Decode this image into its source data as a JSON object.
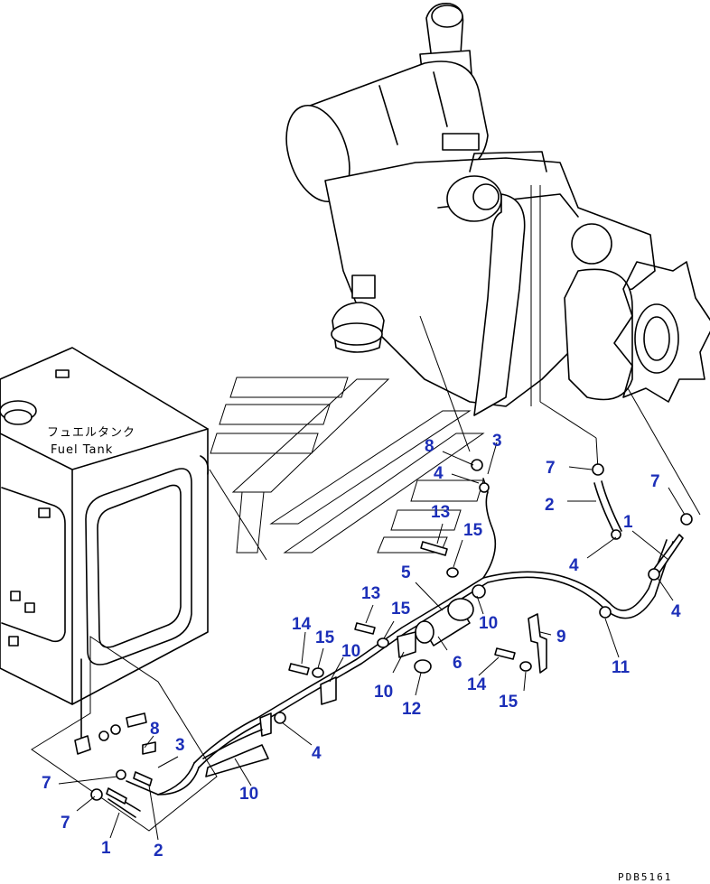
{
  "tank": {
    "label_jp": "フュエルタンク",
    "label_en": "Fuel Tank"
  },
  "drawing_code": "PDB5161",
  "callouts": [
    {
      "id": "c-8a",
      "text": "8"
    },
    {
      "id": "c-3a",
      "text": "3"
    },
    {
      "id": "c-4a",
      "text": "4"
    },
    {
      "id": "c-13a",
      "text": "13"
    },
    {
      "id": "c-15a",
      "text": "15"
    },
    {
      "id": "c-5",
      "text": "5"
    },
    {
      "id": "c-13b",
      "text": "13"
    },
    {
      "id": "c-15b",
      "text": "15"
    },
    {
      "id": "c-14a",
      "text": "14"
    },
    {
      "id": "c-15c",
      "text": "15"
    },
    {
      "id": "c-10a",
      "text": "10"
    },
    {
      "id": "c-10b",
      "text": "10"
    },
    {
      "id": "c-6",
      "text": "6"
    },
    {
      "id": "c-10c",
      "text": "10"
    },
    {
      "id": "c-12",
      "text": "12"
    },
    {
      "id": "c-9",
      "text": "9"
    },
    {
      "id": "c-14b",
      "text": "14"
    },
    {
      "id": "c-15d",
      "text": "15"
    },
    {
      "id": "c-7a",
      "text": "7"
    },
    {
      "id": "c-2a",
      "text": "2"
    },
    {
      "id": "c-7b",
      "text": "7"
    },
    {
      "id": "c-1a",
      "text": "1"
    },
    {
      "id": "c-4b",
      "text": "4"
    },
    {
      "id": "c-4c",
      "text": "4"
    },
    {
      "id": "c-11",
      "text": "11"
    },
    {
      "id": "c-4d",
      "text": "4"
    },
    {
      "id": "c-8b",
      "text": "8"
    },
    {
      "id": "c-3b",
      "text": "3"
    },
    {
      "id": "c-10d",
      "text": "10"
    },
    {
      "id": "c-7c",
      "text": "7"
    },
    {
      "id": "c-7d",
      "text": "7"
    },
    {
      "id": "c-1b",
      "text": "1"
    },
    {
      "id": "c-2b",
      "text": "2"
    }
  ]
}
